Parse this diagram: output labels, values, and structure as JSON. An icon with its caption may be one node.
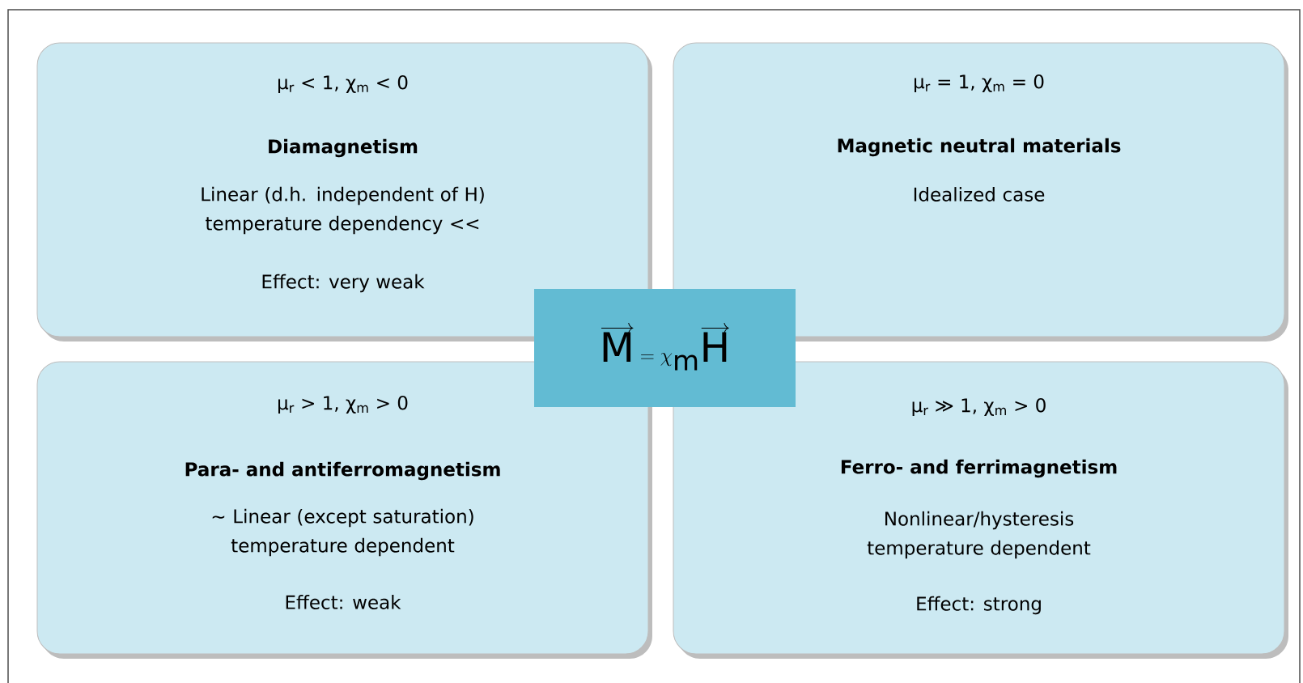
{
  "diagram": {
    "nodes": [
      {
        "text": [
          "μ$_{r}$ < 1, χ$_{m}$ < 0",
          "Diamagnetism",
          "Linear (d.h. independent of H) temperature dependency <<",
          "Effect: very weak"
        ]
      },
      {
        "text": [
          "μ$_{r}$ = 1, χ$_{m}$ = 0",
          "Magnetic neutral materials",
          "Idealized case"
        ]
      },
      {
        "text": [
          "μ$_{r}$ > 1, χ$_{m}$ > 0",
          "Para- and antiferromagnetism",
          "~ Linear (except saturation) temperature dependent",
          "Effect: weak"
        ]
      },
      {
        "text": [
          "μ$_{r}$ ≫ 1, χ$_{m}$ > 0",
          "Ferro- and ferrimagnetism",
          "Nonlinear/hysteresis temperature dependent",
          "Effect: strong"
        ]
      },
      {
        "text": [
          "\\overrightarrow{\\mathrm{M}} = \\chi_{\\mathsf{m}}\\overrightarrow{\\mathsf{H}}"
        ]
      }
    ]
  }
}
